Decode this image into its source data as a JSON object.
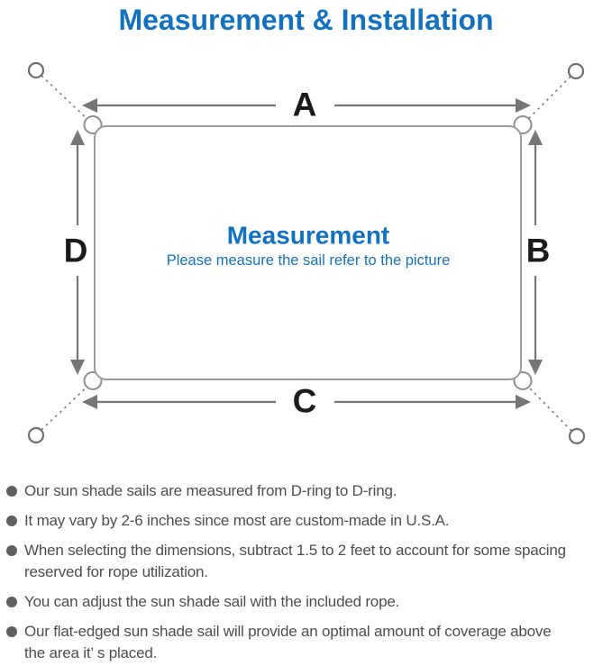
{
  "title": "Measurement & Installation",
  "colors": {
    "accent_blue": "#1371bd",
    "diagram_gray": "#757575",
    "bullet_text_gray": "#4e4e4e"
  },
  "diagram": {
    "center_title": "Measurement",
    "center_subtitle": "Please measure the sail refer to the picture",
    "labels": {
      "top": "A",
      "right": "B",
      "bottom": "C",
      "left": "D"
    }
  },
  "bullets": [
    "Our sun shade sails are measured from D-ring to D-ring.",
    "It may vary by 2-6 inches since most are custom-made in U.S.A.",
    "When selecting the dimensions, subtract 1.5 to 2 feet to account for some spacing\nreserved for rope utilization.",
    "You can adjust the sun shade sail with the included rope.",
    "Our flat-edged sun shade sail will provide an optimal amount of coverage above\nthe area it’ s placed."
  ]
}
